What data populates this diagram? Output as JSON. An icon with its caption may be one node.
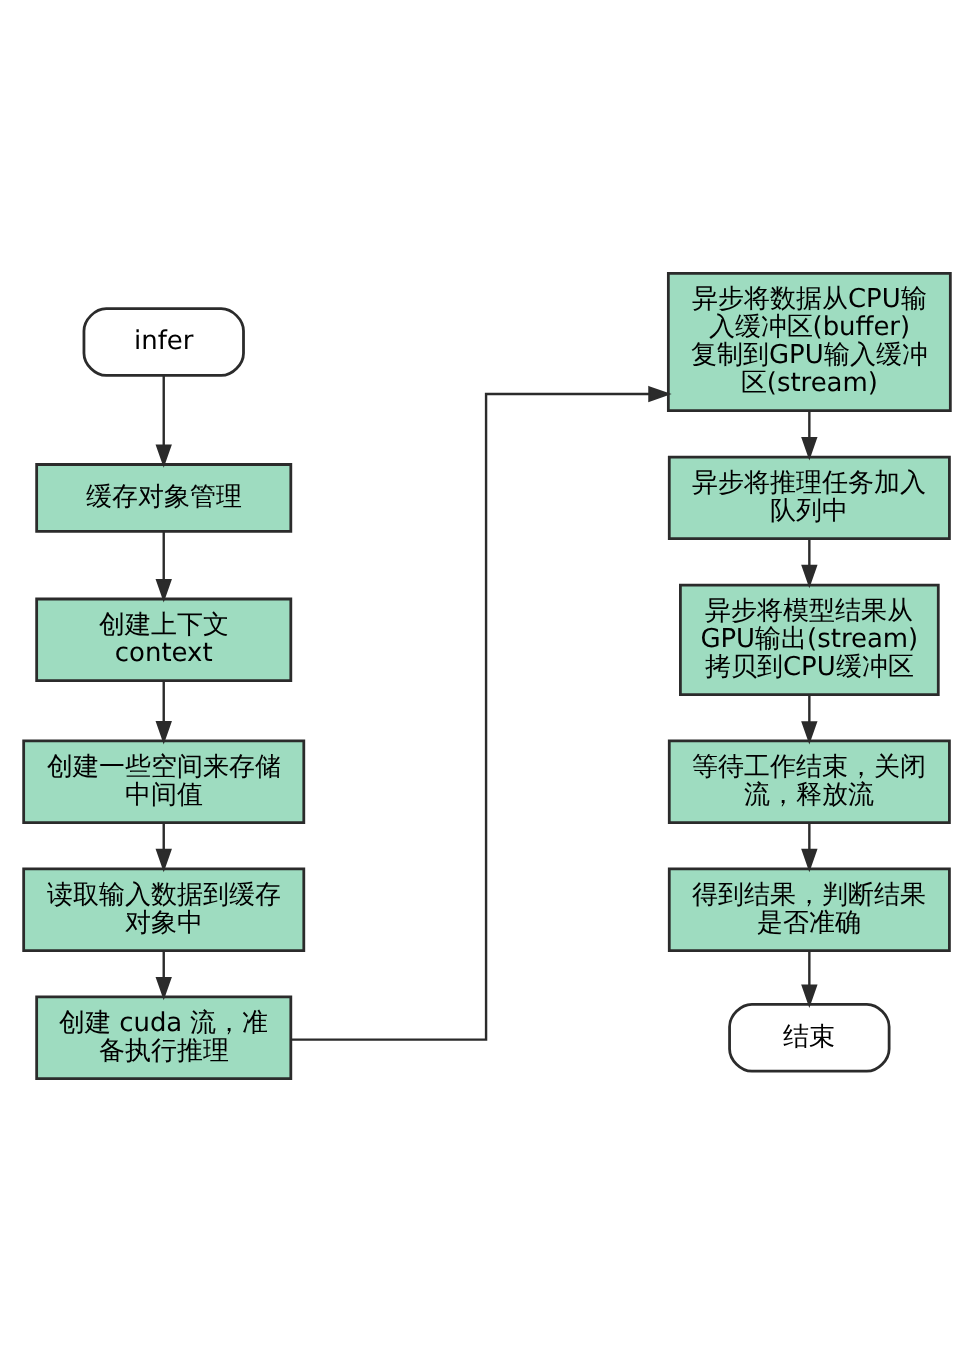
{
  "diagram": {
    "nodes": [
      {
        "text": [
          "infer"
        ]
      },
      {
        "text": [
          "缓存对象管理"
        ]
      },
      {
        "text": [
          "创建上下文 context"
        ]
      },
      {
        "text": [
          "创建一些空间来存储中间值"
        ]
      },
      {
        "text": [
          "读取输入数据到缓存对象中"
        ]
      },
      {
        "text": [
          "创建 cuda 流，准备执行推理"
        ]
      },
      {
        "text": [
          "异步将数据从CPU输入缓冲区(buffer)复制到GPU输入缓冲区(stream)"
        ]
      },
      {
        "text": [
          "异步将推理任务加入队列中"
        ]
      },
      {
        "text": [
          "异步将模型结果从GPU输出(stream)拷贝到CPU缓冲区"
        ]
      },
      {
        "text": [
          "等待工作结束，关闭流，释放流"
        ]
      },
      {
        "text": [
          "得到结果，判断结果是否准确"
        ]
      },
      {
        "text": [
          "结束"
        ]
      }
    ],
    "edges": [
      {
        "from": 0,
        "to": 1,
        "arrow": "to"
      },
      {
        "from": 1,
        "to": 2,
        "arrow": "to"
      },
      {
        "from": 2,
        "to": 3,
        "arrow": "to"
      },
      {
        "from": 3,
        "to": 4,
        "arrow": "to"
      },
      {
        "from": 4,
        "to": 5,
        "arrow": "to"
      },
      {
        "from": 5,
        "to": 6,
        "arrow": "to"
      },
      {
        "from": 6,
        "to": 7,
        "arrow": "to"
      },
      {
        "from": 7,
        "to": 8,
        "arrow": "to"
      },
      {
        "from": 8,
        "to": 9,
        "arrow": "to"
      },
      {
        "from": 9,
        "to": 10,
        "arrow": "to"
      },
      {
        "from": 10,
        "to": 11,
        "arrow": "to"
      }
    ]
  }
}
